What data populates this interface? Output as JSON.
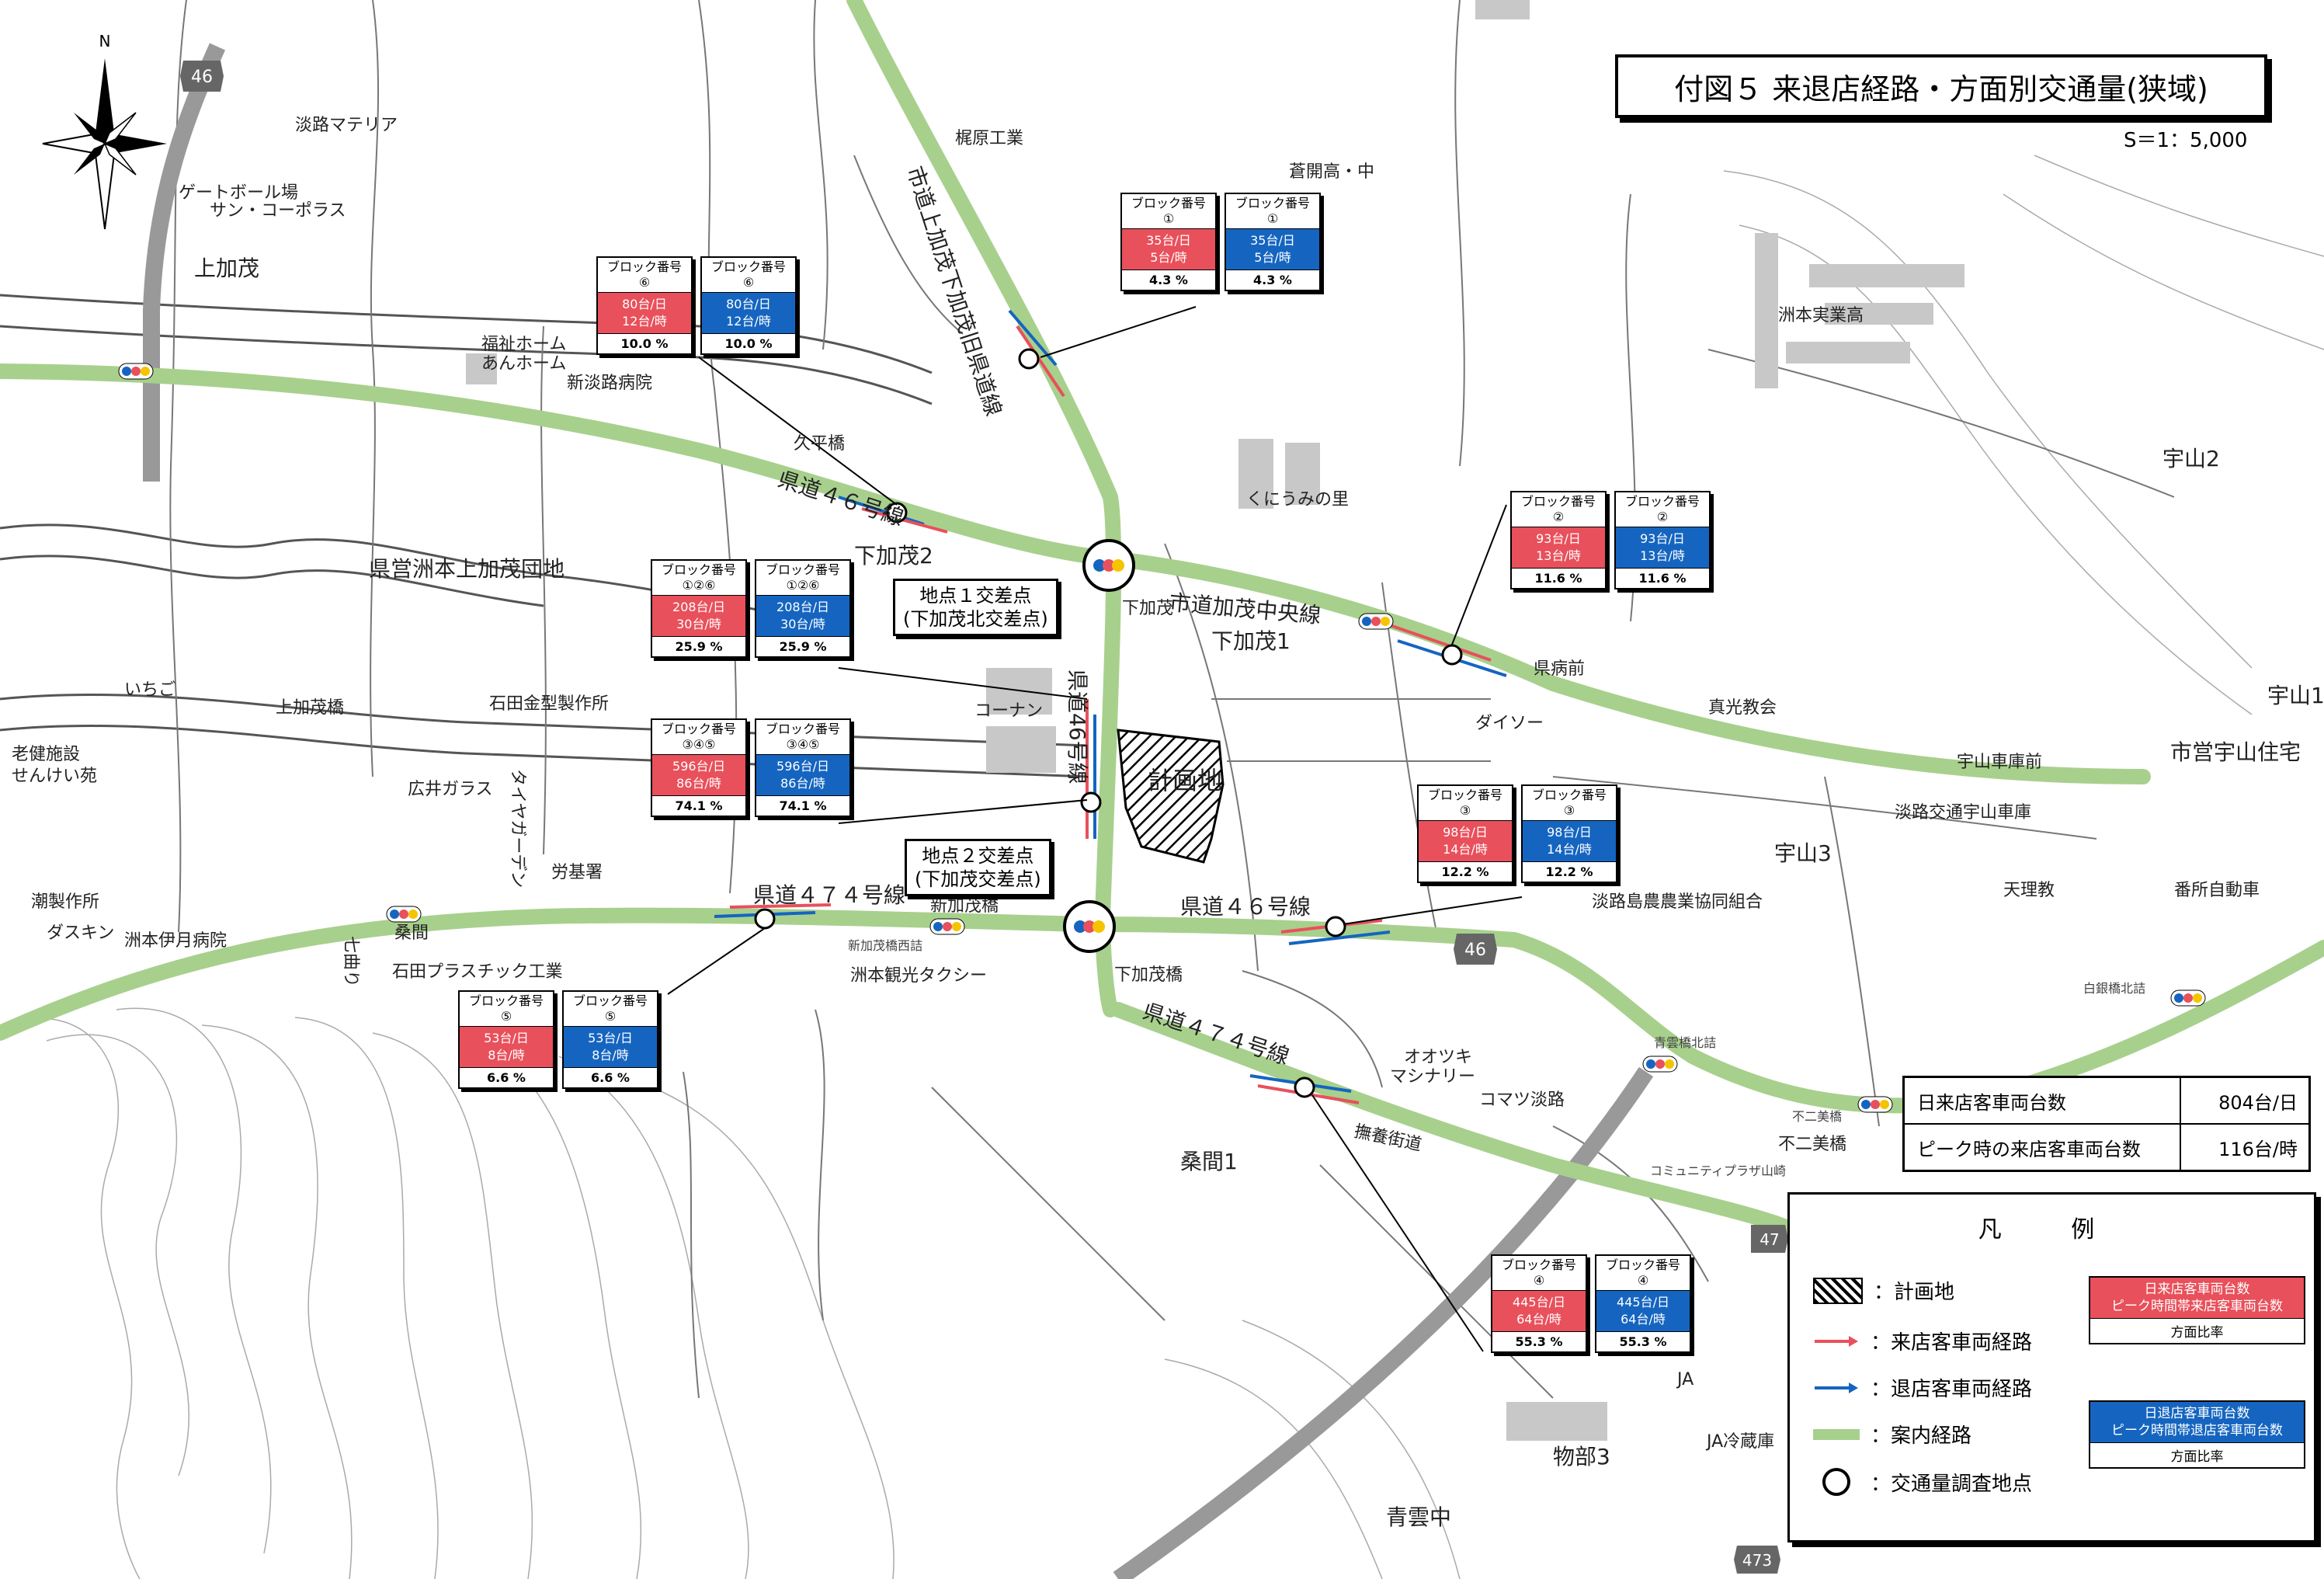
{
  "title": "付図５ 来退店経路・方面別交通量(狭域)",
  "scale": "S＝1：5,000",
  "colors": {
    "inbound": "#e8505b",
    "outbound": "#1565c0",
    "guide_route": "#a8d08d"
  },
  "place_labels": {
    "kamikamo": "上加茂",
    "shimokamo2": "下加茂2",
    "shimokamo1": "下加茂1",
    "kuwama1": "桑間1",
    "mononobe3": "物部3",
    "uyama2": "宇山2",
    "uyama3": "宇山3",
    "uyama1": "宇山1",
    "awaji_materia": "淡路マテリア",
    "gateball": "ゲートボール場",
    "sun_corporasu": "サン・コーポラス",
    "fukushi_home": "福祉ホーム",
    "an_home": "あんホーム",
    "shin_awaji_hospital": "新淡路病院",
    "kajiwara_kogyo": "梶原工業",
    "soukai_high": "蒼開高・中",
    "sumoto_jitsugyo": "洲本実業高",
    "kuniumi_sato": "くにうみの里",
    "kenei_danchi": "県営洲本上加茂団地",
    "ichigo": "いちご",
    "kamikamo_bridge": "上加茂橋",
    "ishida_kanagata": "石田金型製作所",
    "hiroi_glass": "広井ガラス",
    "tire_garden": "タイヤガーデン",
    "roukisho": "労基署",
    "seniors_facility": "老健施設",
    "senkeien": "せんけい苑",
    "ushio_seisakusho": "潮製作所",
    "daskin": "ダスキン",
    "sumoto_izuki_hospital": "洲本伊月病院",
    "shichi_magari": "七曲り",
    "kuwama": "桑間",
    "ishida_plastic": "石田プラスチック工業",
    "shin_kamo_bridge": "新加茂橋",
    "shin_kamo_west": "新加茂橋西詰",
    "sumoto_taxi": "洲本観光タクシー",
    "shimokamo_bridge": "下加茂橋",
    "shimokamo": "下加茂",
    "kohnan": "コーナン",
    "daiso": "ダイソー",
    "kenbyoin_mae": "県病前",
    "shinkou_church": "真光教会",
    "uyama_garage": "宇山車庫前",
    "shiei_uyama": "市営宇山住宅",
    "awaji_bus": "淡路交通宇山車庫",
    "tenri": "天理教",
    "banjo_auto": "番所自動車",
    "ja_awaji": "淡路島農農業協同組合",
    "shiragane_bridge": "白銀橋北詰",
    "aoun_bridge": "青雲橋北詰",
    "fujimi_bridge": "不二美橋",
    "fujimi_bridge2": "不二美橋",
    "ootsuki": "オオツキ",
    "machinery": "マシナリー",
    "komatsu": "コマツ淡路",
    "buyou_kaido": "撫養街道",
    "community_plaza": "コミュニティプラザ山崎",
    "ja": "JA",
    "ja_reizoko": "JA冷蔵庫",
    "aoun_jh": "青雲中",
    "kuhei_bridge": "久平橋",
    "route46_label_a": "県道４６号線",
    "route46_label_b": "県道４６号線",
    "route474_label_a": "県道４７４号線",
    "route474_label_b": "県道４７４号線",
    "shido_kamo_chuo": "市道加茂中央線",
    "shido_kamikamo": "市道上加茂下加茂旧県道線",
    "kendo46_vert": "県道46号線",
    "keikakuchi": "計画地"
  },
  "survey_points": [
    {
      "label_l1": "地点１交差点",
      "label_l2": "(下加茂北交差点)"
    },
    {
      "label_l1": "地点２交差点",
      "label_l2": "(下加茂交差点)"
    }
  ],
  "blocks": [
    {
      "header": "ブロック番号",
      "num": "⑥",
      "in_day": "80台/日",
      "in_peak": "12台/時",
      "out_day": "80台/日",
      "out_peak": "12台/時",
      "ratio": "10.0 %"
    },
    {
      "header": "ブロック番号",
      "num": "①",
      "in_day": "35台/日",
      "in_peak": "5台/時",
      "out_day": "35台/日",
      "out_peak": "5台/時",
      "ratio": "4.3 %"
    },
    {
      "header": "ブロック番号",
      "num": "①②⑥",
      "in_day": "208台/日",
      "in_peak": "30台/時",
      "out_day": "208台/日",
      "out_peak": "30台/時",
      "ratio": "25.9 %"
    },
    {
      "header": "ブロック番号",
      "num": "②",
      "in_day": "93台/日",
      "in_peak": "13台/時",
      "out_day": "93台/日",
      "out_peak": "13台/時",
      "ratio": "11.6 %"
    },
    {
      "header": "ブロック番号",
      "num": "③④⑤",
      "in_day": "596台/日",
      "in_peak": "86台/時",
      "out_day": "596台/日",
      "out_peak": "86台/時",
      "ratio": "74.1 %"
    },
    {
      "header": "ブロック番号",
      "num": "③",
      "in_day": "98台/日",
      "in_peak": "14台/時",
      "out_day": "98台/日",
      "out_peak": "14台/時",
      "ratio": "12.2 %"
    },
    {
      "header": "ブロック番号",
      "num": "⑤",
      "in_day": "53台/日",
      "in_peak": "8台/時",
      "out_day": "53台/日",
      "out_peak": "8台/時",
      "ratio": "6.6 %"
    },
    {
      "header": "ブロック番号",
      "num": "④",
      "in_day": "445台/日",
      "in_peak": "64台/時",
      "out_day": "445台/日",
      "out_peak": "64台/時",
      "ratio": "55.3 %"
    }
  ],
  "summary": [
    {
      "key": "日来店客車両台数",
      "value": "804台/日"
    },
    {
      "key": "ピーク時の来店客車両台数",
      "value": "116台/時"
    }
  ],
  "legend": {
    "title": "凡 例",
    "items": [
      {
        "label": "：計画地"
      },
      {
        "label": "：来店客車両経路"
      },
      {
        "label": "：退店客車両経路"
      },
      {
        "label": "：案内経路"
      },
      {
        "label": "：交通量調査地点"
      }
    ],
    "key_in": {
      "l1": "日来店客車両台数",
      "l2": "ピーク時間帯来店客車両台数",
      "l3": "方面比率"
    },
    "key_out": {
      "l1": "日退店客車両台数",
      "l2": "ピーク時間帯退店客車両台数",
      "l3": "方面比率"
    }
  },
  "route_shields": {
    "r46_a": "46",
    "r46_b": "46",
    "r473": "473",
    "r47": "47"
  },
  "compass": {
    "n": "N"
  }
}
